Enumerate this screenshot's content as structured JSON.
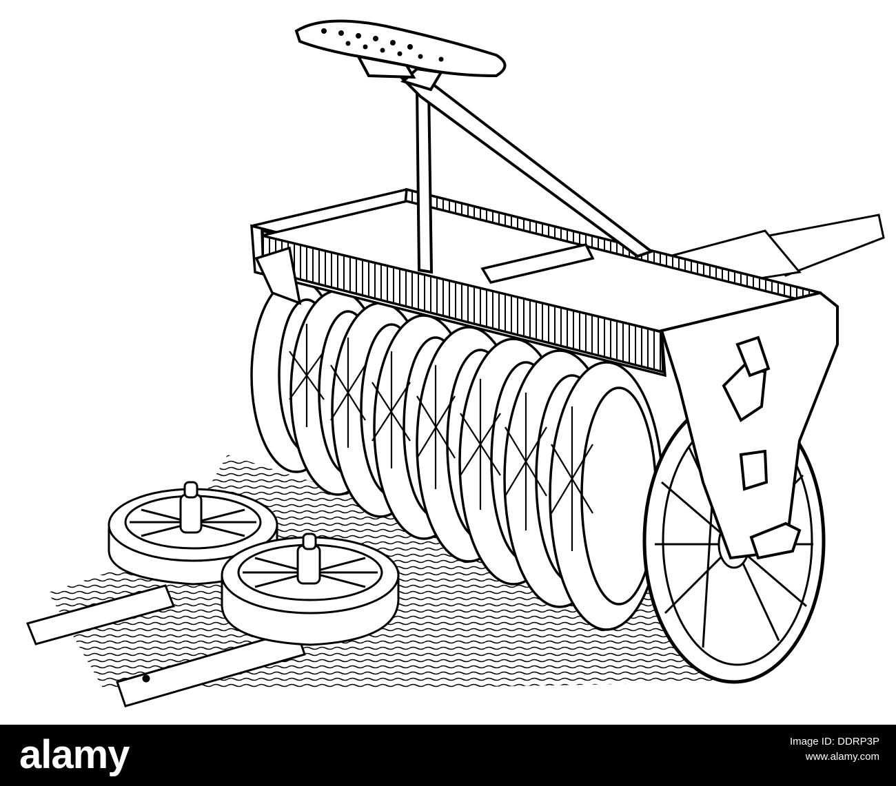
{
  "footer": {
    "brand": "alamy",
    "image_id_label": "Image ID: DDRP3P",
    "image_id": "DDRP3P",
    "site": "www.alamy.com"
  },
  "colors": {
    "ink": "#000000",
    "paper": "#ffffff",
    "footer_bg": "#000000",
    "footer_text": "#ffffff"
  },
  "icons": [
    "seeder-illustration"
  ]
}
